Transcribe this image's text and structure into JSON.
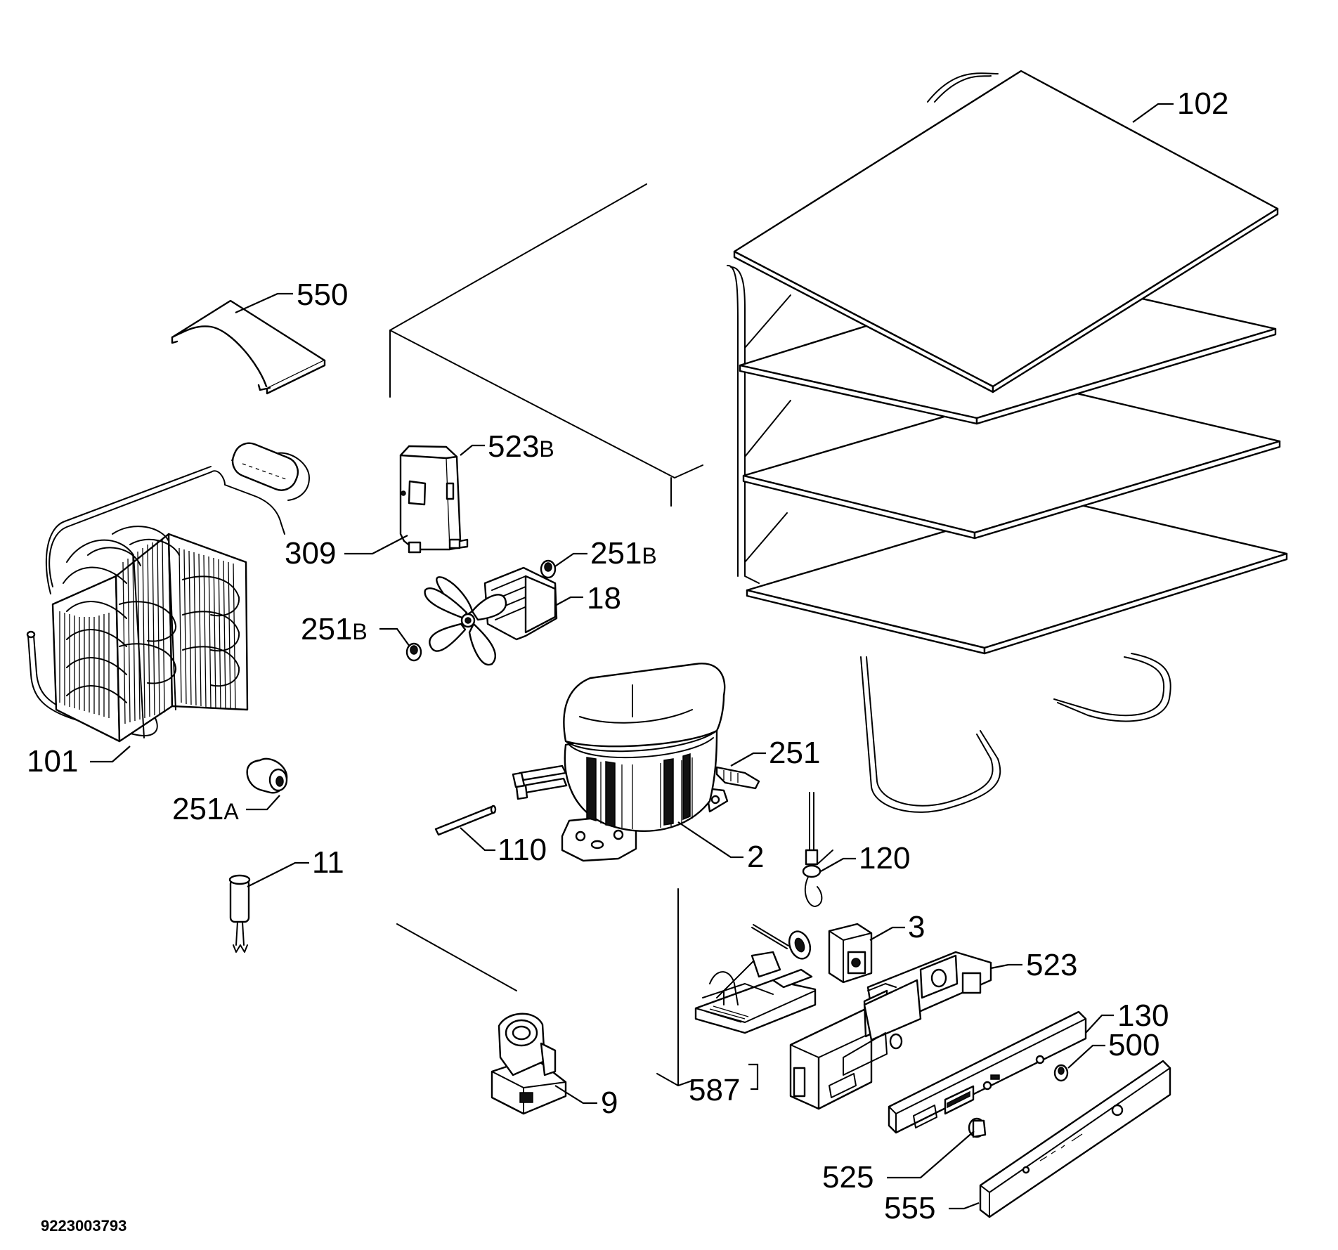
{
  "diagram": {
    "kind": "exploded parts diagram",
    "document_number": "9223003793",
    "callouts": [
      {
        "id": "102",
        "text": "102"
      },
      {
        "id": "550",
        "text": "550"
      },
      {
        "id": "523B",
        "text": "523",
        "suffix": "B"
      },
      {
        "id": "309",
        "text": "309"
      },
      {
        "id": "251B-top",
        "text": "251",
        "suffix": "B"
      },
      {
        "id": "18",
        "text": "18"
      },
      {
        "id": "251B-left",
        "text": "251",
        "suffix": "B"
      },
      {
        "id": "101",
        "text": "101"
      },
      {
        "id": "251A",
        "text": "251",
        "suffix": "A"
      },
      {
        "id": "251",
        "text": "251"
      },
      {
        "id": "110",
        "text": "110"
      },
      {
        "id": "2",
        "text": "2"
      },
      {
        "id": "120",
        "text": "120"
      },
      {
        "id": "11",
        "text": "11"
      },
      {
        "id": "3",
        "text": "3"
      },
      {
        "id": "523",
        "text": "523"
      },
      {
        "id": "130",
        "text": "130"
      },
      {
        "id": "500",
        "text": "500"
      },
      {
        "id": "587",
        "text": "587"
      },
      {
        "id": "9",
        "text": "9"
      },
      {
        "id": "525",
        "text": "525"
      },
      {
        "id": "555",
        "text": "555"
      }
    ]
  },
  "icons": [
    "condenser-coil",
    "compressor",
    "fan-motor",
    "wire-shelf",
    "thermostat",
    "control-panel"
  ]
}
